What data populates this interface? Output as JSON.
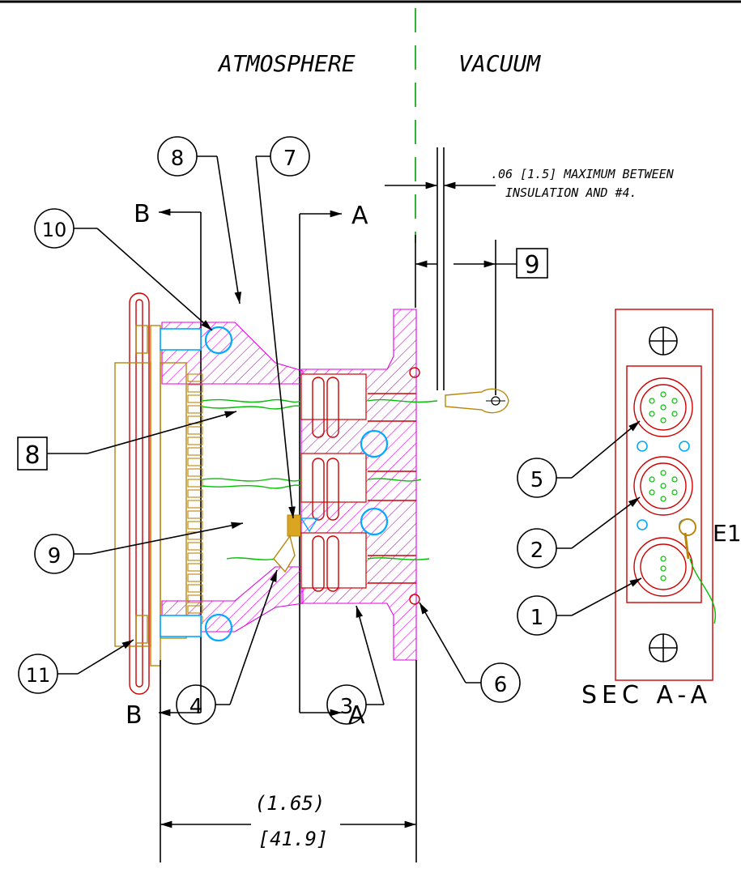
{
  "zones": {
    "left": "ATMOSPHERE",
    "right": "VACUUM"
  },
  "note": {
    "line1": ".06 [1.5] MAXIMUM BETWEEN",
    "line2": "INSULATION AND #4."
  },
  "section_labels": {
    "a": "A",
    "b": "B"
  },
  "boxed_refs": {
    "upper": "9",
    "left": "8"
  },
  "balloons": {
    "b1": "1",
    "b2": "2",
    "b3": "3",
    "b4": "4",
    "b5": "5",
    "b6": "6",
    "b7": "7",
    "b8": "8",
    "b9": "9",
    "b10": "10",
    "b11": "11"
  },
  "section_view": {
    "title": "SEC A-A",
    "tag": "E1"
  },
  "dimension": {
    "inches": "(1.65)",
    "mm": "[41.9]"
  },
  "colors": {
    "outline": "#d00000",
    "connector": "#b8860b",
    "hatch": "#e000e0",
    "screw": "#00aaff",
    "wire": "#00c000",
    "centerline": "#00a000"
  }
}
